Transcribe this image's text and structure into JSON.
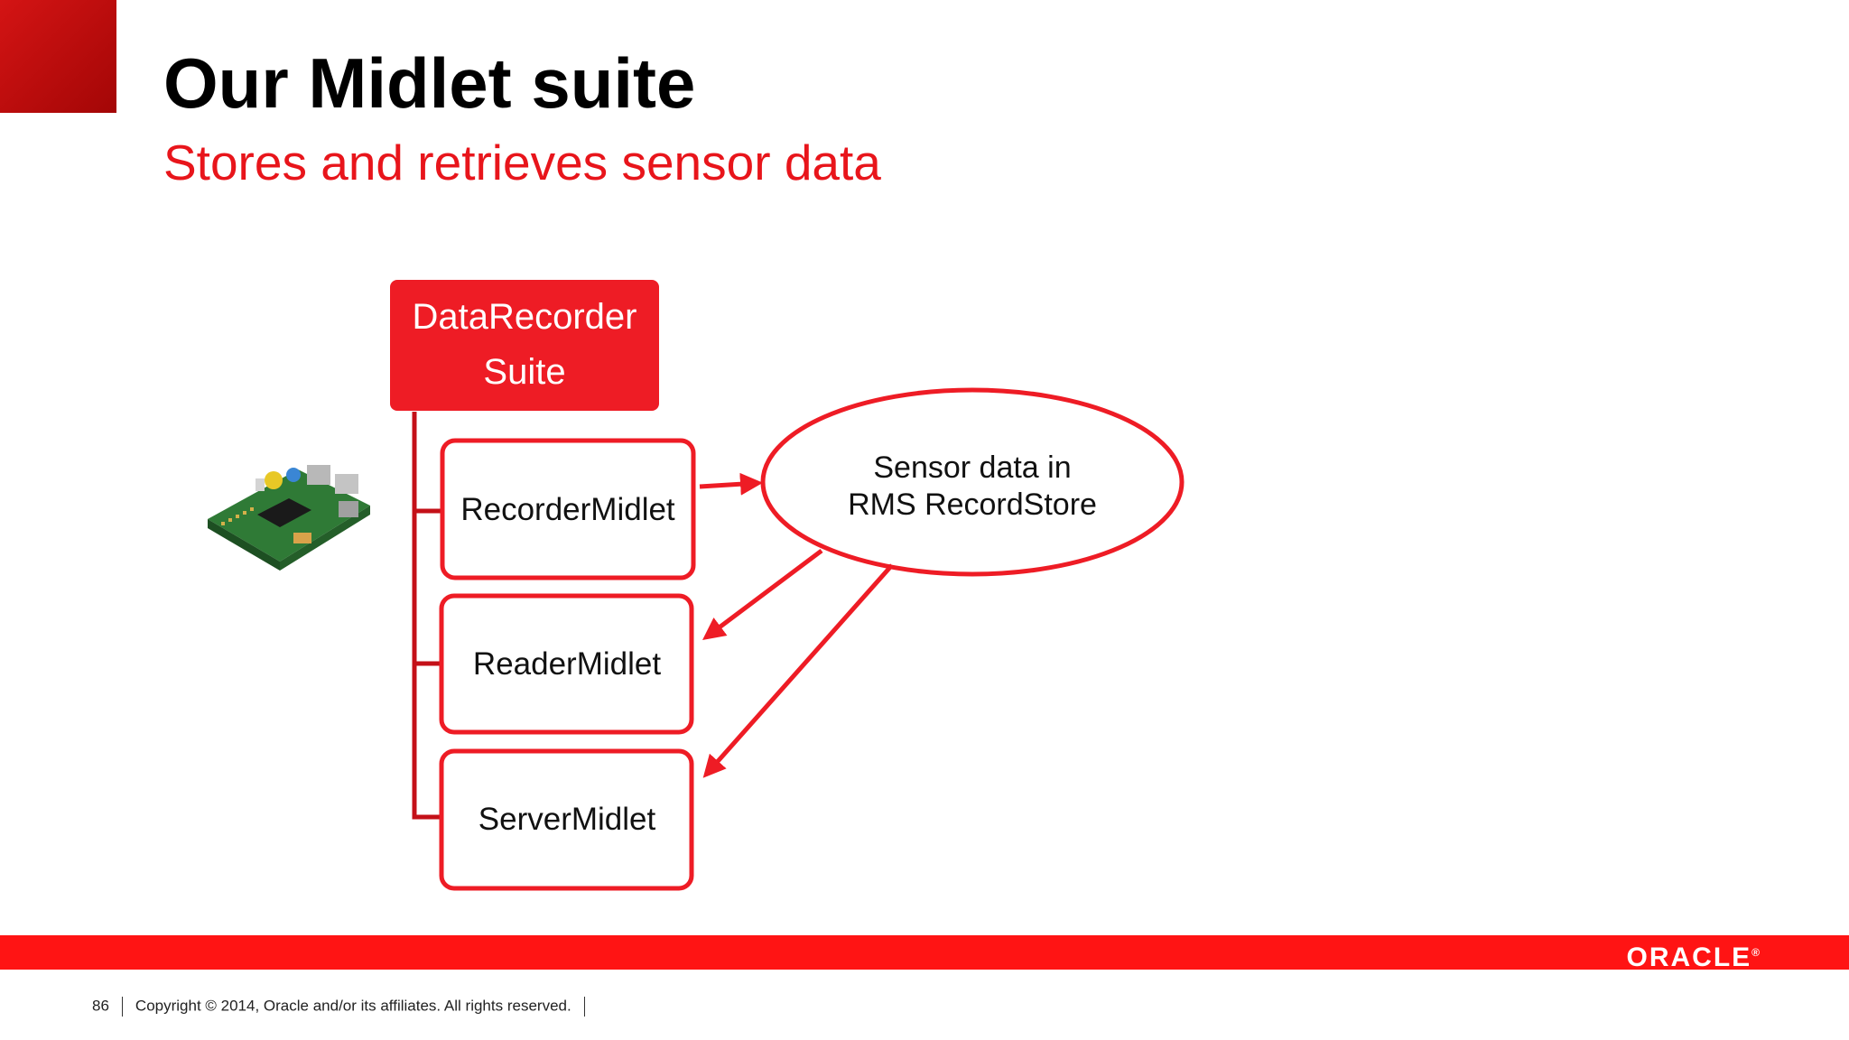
{
  "slide": {
    "title": "Our Midlet suite",
    "subtitle": "Stores and retrieves sensor data"
  },
  "diagram": {
    "suite_label_line1": "DataRecorder",
    "suite_label_line2": "Suite",
    "midlets": [
      "RecorderMidlet",
      "ReaderMidlet",
      "ServerMidlet"
    ],
    "store_label_line1": "Sensor data in",
    "store_label_line2": "RMS RecordStore"
  },
  "footer": {
    "page_number": "86",
    "copyright": "Copyright © 2014, Oracle and/or its affiliates. All rights reserved."
  },
  "logo": {
    "text": "ORACLE",
    "registered": "®"
  },
  "colors": {
    "accent": "#ff1414",
    "title": "#000000",
    "subtitle": "#e8151b"
  }
}
